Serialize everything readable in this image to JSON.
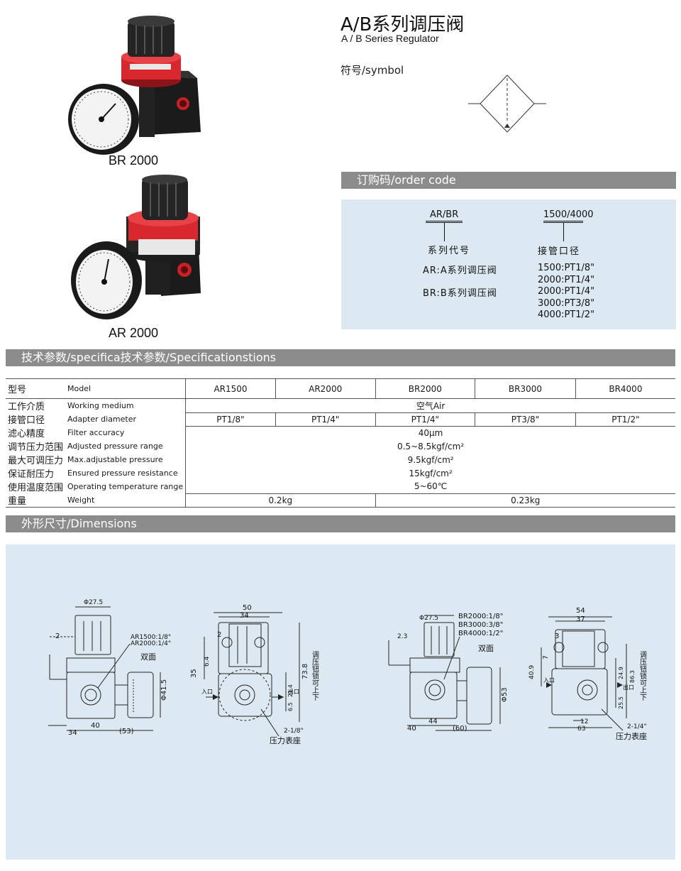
{
  "title": {
    "cn": "A/B系列调压阀",
    "en": "A / B Series Regulator"
  },
  "symbol_label": "符号/symbol",
  "products": [
    {
      "label": "BR 2000"
    },
    {
      "label": "AR 2000"
    }
  ],
  "order_code": {
    "bar": "订购码/order code",
    "series_code": "AR/BR",
    "port_code": "1500/4000",
    "series_label": "系列代号",
    "port_label": "接管口径",
    "series_items": [
      "AR:A系列调压阀",
      "BR:B系列调压阀"
    ],
    "port_items": [
      "1500:PT1/8\"",
      "2000:PT1/4\"",
      "2000:PT1/4\"",
      "3000:PT3/8\"",
      "4000:PT1/2\""
    ]
  },
  "specs": {
    "bar": "技术参数/specifica技术参数/Specificationstions",
    "model_cn": "型号",
    "model_en": "Model",
    "models": [
      "AR1500",
      "AR2000",
      "BR2000",
      "BR3000",
      "BR4000"
    ],
    "rows": [
      {
        "cn": "工作介质",
        "en": "Working medium",
        "value": "空气Air"
      },
      {
        "cn": "接管口径",
        "en": "Adapter diameter",
        "values": [
          "PT1/8\"",
          "PT1/4\"",
          "PT1/4\"",
          "PT3/8\"",
          "PT1/2\""
        ]
      },
      {
        "cn": "滤心精度",
        "en": "Filter accuracy",
        "value": "40μm"
      },
      {
        "cn": "调节压力范围",
        "en": "Adjusted pressure range",
        "value": "0.5~8.5kgf/cm²"
      },
      {
        "cn": "最大可调压力",
        "en": "Max.adjustable pressure",
        "value": "9.5kgf/cm²"
      },
      {
        "cn": "保证耐压力",
        "en": "Ensured pressure resistance",
        "value": "15kgf/cm²"
      },
      {
        "cn": "使用温度范围",
        "en": "Operating temperature range",
        "value": "5~60℃"
      },
      {
        "cn": "重量",
        "en": "Weight",
        "values": [
          "0.2kg",
          "0.23kg"
        ]
      }
    ]
  },
  "dimensions": {
    "bar": "外形尺寸/Dimensions",
    "left": {
      "dia_top": "Φ27.5",
      "dim_2": "2",
      "ports": [
        "AR1500:1/8\"",
        "AR2000:1/4\""
      ],
      "two_side": "双面",
      "dia_gauge": "Φ41.5",
      "w_34": "34",
      "w_40": "40",
      "w_53": "(53)"
    },
    "left_side": {
      "w_50": "50",
      "w_34": "34",
      "dim_2": "2",
      "h_35": "35",
      "h_6_4": "6.4",
      "h_73_8": "73.8",
      "h_21_4": "21.4",
      "h_6_5": "6.5",
      "inlet": "入口",
      "outlet": "出口",
      "thread": "2-1/8\"",
      "gauge_seat": "压力表座",
      "lock": "调压钮锁可上下"
    },
    "right": {
      "dia_top": "Φ27.5",
      "dim_2_3": "2.3",
      "ports": [
        "BR2000:1/8\"",
        "BR3000:3/8\"",
        "BR4000:1/2\""
      ],
      "two_side": "双面",
      "dia_gauge": "Φ53",
      "w_44": "44",
      "w_40": "40",
      "w_60": "(60)"
    },
    "right_side": {
      "w_54": "54",
      "w_37": "37",
      "dim_3": "3",
      "h_7": "7",
      "h_40_9": "40.9",
      "h_24_9": "24.9",
      "h_86_3": "86.3",
      "h_25_5": "25.5",
      "w_12": "12",
      "w_63": "63",
      "inlet": "入口",
      "outlet": "出口",
      "thread": "2-1/4\"",
      "gauge_seat": "压力表座",
      "lock": "调压钮锁可上下"
    }
  },
  "colors": {
    "bar": "#8c8c8c",
    "panel": "#dde9f2",
    "accent_red": "#d8282e"
  }
}
